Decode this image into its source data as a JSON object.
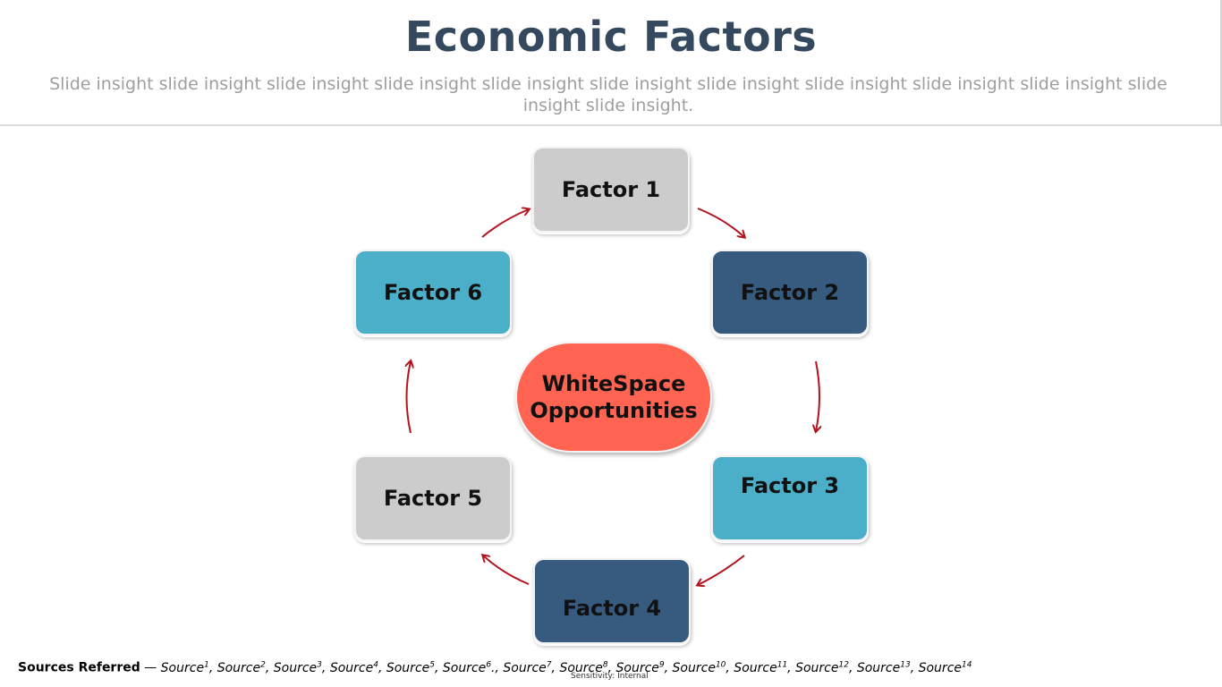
{
  "slide": {
    "title": "Economic Factors",
    "insight": "Slide insight slide insight slide insight slide insight slide insight slide insight slide insight slide insight slide insight slide insight slide insight slide insight."
  },
  "diagram": {
    "center_label_line1": "WhiteSpace",
    "center_label_line2": "Opportunities",
    "factors": [
      {
        "label": "Factor 1",
        "color": "#cccccc"
      },
      {
        "label": "Factor 2",
        "color": "#375a7f"
      },
      {
        "label": "Factor 3",
        "color": "#4bafc9"
      },
      {
        "label": "Factor 4",
        "color": "#375a7f"
      },
      {
        "label": "Factor 5",
        "color": "#cccccc"
      },
      {
        "label": "Factor 6",
        "color": "#4bafc9"
      }
    ],
    "arrow_color": "#b3121f",
    "center_color": "#ff6452"
  },
  "footer": {
    "sources_label": "Sources Referred",
    "separator": " — ",
    "sources": [
      {
        "name": "Source",
        "sup": "1",
        "sep": ", "
      },
      {
        "name": "Source",
        "sup": "2",
        "sep": ", "
      },
      {
        "name": "Source",
        "sup": "3",
        "sep": ", "
      },
      {
        "name": "Source",
        "sup": "4",
        "sep": ", "
      },
      {
        "name": "Source",
        "sup": "5",
        "sep": ", "
      },
      {
        "name": "Source",
        "sup": "6",
        "sep": "., "
      },
      {
        "name": "Source",
        "sup": "7",
        "sep": ", "
      },
      {
        "name": "Source",
        "sup": "8",
        "sep": ", "
      },
      {
        "name": "Source",
        "sup": "9",
        "sep": ", "
      },
      {
        "name": "Source",
        "sup": "10",
        "sep": ", "
      },
      {
        "name": "Source",
        "sup": "11",
        "sep": ", "
      },
      {
        "name": "Source",
        "sup": "12",
        "sep": ", "
      },
      {
        "name": "Source",
        "sup": "13",
        "sep": ", "
      },
      {
        "name": "Source",
        "sup": "14",
        "sep": ""
      }
    ],
    "sensitivity": "Sensitivity: Internal"
  }
}
